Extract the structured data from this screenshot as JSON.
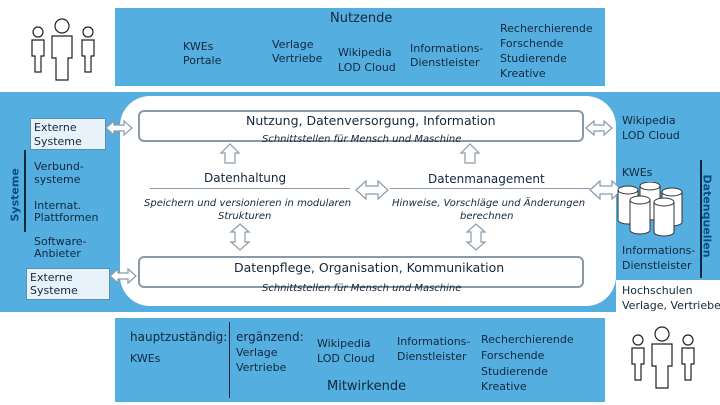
{
  "nutzende": {
    "title": "Nutzende",
    "col1": [
      "KWEs",
      "Portale"
    ],
    "col2": [
      "Verlage",
      "Vertriebe"
    ],
    "col3": [
      "Wikipedia",
      "LOD Cloud"
    ],
    "col4": [
      "Informations-",
      "Dienstleister"
    ],
    "col5": [
      "Recherchierende",
      "Forschende",
      "Studierende",
      "Kreative"
    ]
  },
  "systeme": {
    "label": "Systeme",
    "externe_top": [
      "Externe",
      "Systeme"
    ],
    "verbund": [
      "Verbund-",
      "systeme"
    ],
    "internat": [
      "Internat.",
      "Plattformen"
    ],
    "software": [
      "Software-",
      "Anbieter"
    ],
    "externe_bottom": [
      "Externe",
      "Systeme"
    ]
  },
  "core": {
    "nutzung_title": "Nutzung, Datenversorgung, Information",
    "schnitt_top": "Schnittstellen für Mensch und Maschine",
    "datenhaltung_title": "Datenhaltung",
    "datenhaltung_desc": [
      "Speichern und versionieren in modularen",
      "Strukturen"
    ],
    "datenmgmt_title": "Datenmanagement",
    "datenmgmt_desc": [
      "Hinweise, Vorschläge und Änderungen",
      "berechnen"
    ],
    "pflege_title": "Datenpflege, Organisation, Kommunikation",
    "schnitt_bottom": "Schnittstellen für Mensch und Maschine"
  },
  "datenquellen": {
    "label": "Datenquellen",
    "wiki": [
      "Wikipedia",
      "LOD Cloud"
    ],
    "kwes": "KWEs",
    "info": [
      "Informations-",
      "Dienstleister"
    ],
    "hoch": [
      "Hochschulen",
      "Verlage, Vertriebe"
    ]
  },
  "mitwirkende": {
    "title": "Mitwirkende",
    "haupt_label": "hauptzuständig:",
    "haupt_item": "KWEs",
    "ergaenzend_label": "ergänzend:",
    "ergaenzend_items": [
      "Verlage",
      "Vertriebe"
    ],
    "col3": [
      "Wikipedia",
      "LOD Cloud"
    ],
    "col4": [
      "Informations-",
      "Dienstleister"
    ],
    "col5": [
      "Recherchierende",
      "Forschende",
      "Studierende",
      "Kreative"
    ]
  },
  "colors": {
    "panel": "#54aee0",
    "accent_text": "#0b4c85"
  }
}
